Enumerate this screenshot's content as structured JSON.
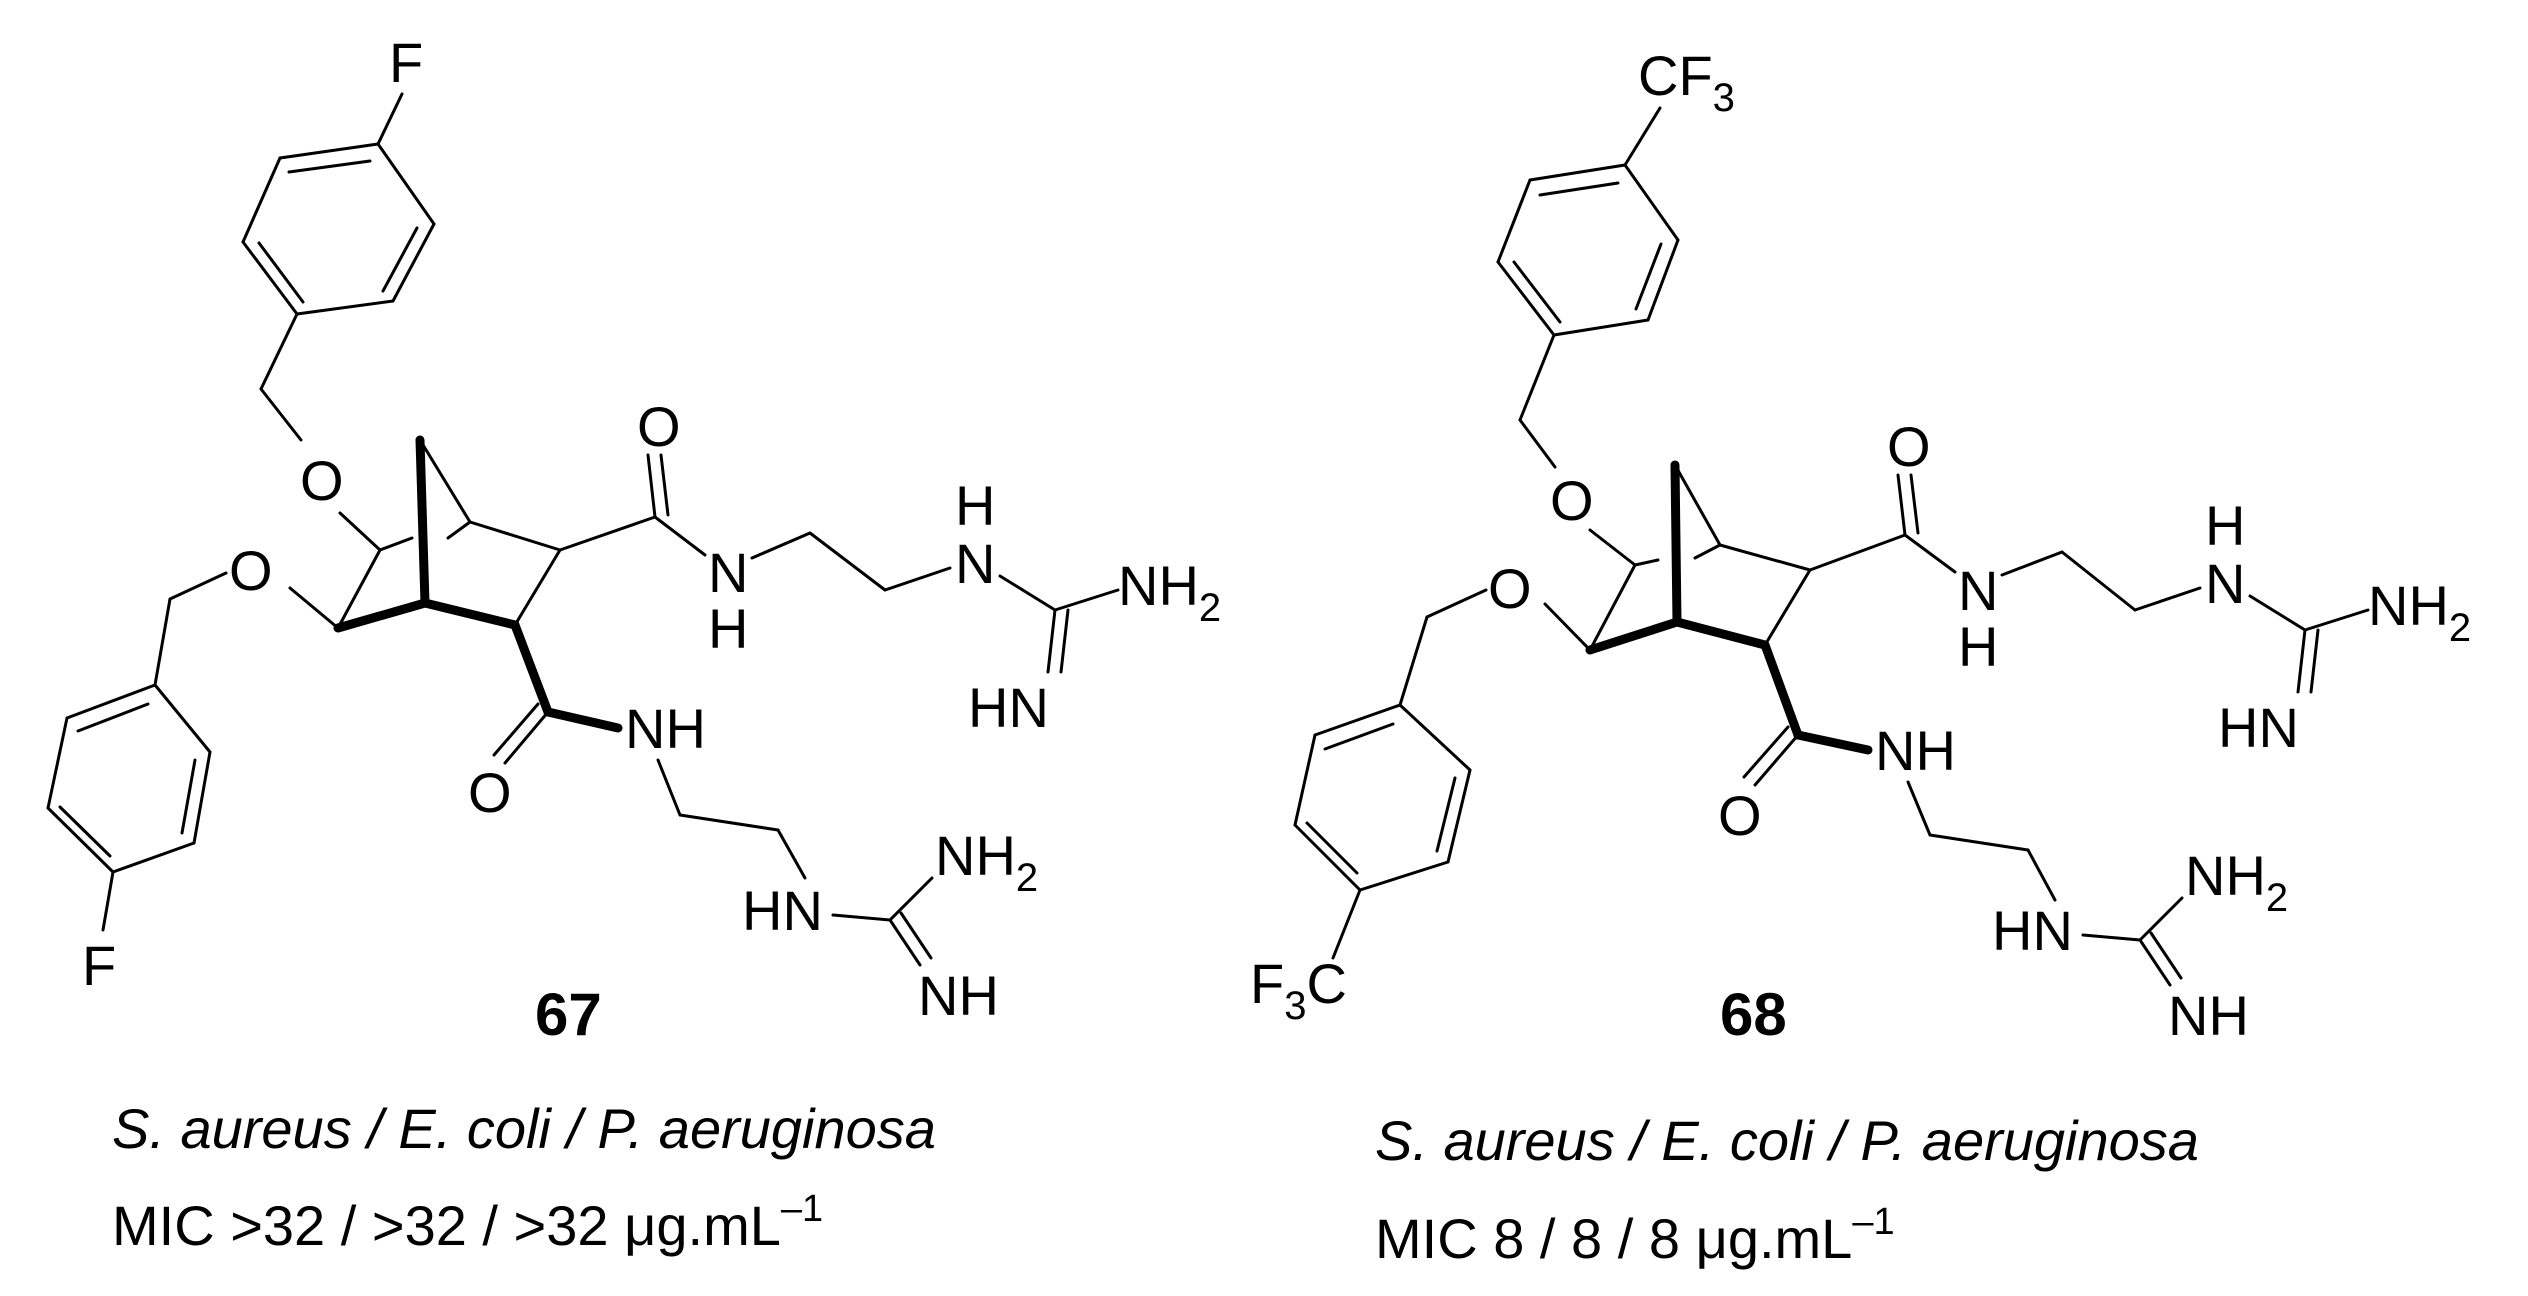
{
  "atoms": {
    "F": "F",
    "O": "O",
    "N": "N",
    "H": "H",
    "NH": "NH",
    "HN": "HN",
    "NH2": "NH",
    "two": "2",
    "three": "3",
    "CF": "CF",
    "F3": "F",
    "C": "C"
  },
  "compounds": [
    {
      "id": "67",
      "organisms": "S. aureus / E. coli / P.  aeruginosa",
      "mic_prefix": "MIC >32 / >32 / >32 ",
      "mic_unit": "μg.mL",
      "mic_exp": "–1"
    },
    {
      "id": "68",
      "organisms": "S. aureus / E. coli / P.  aeruginosa",
      "mic_prefix": "MIC 8 / 8 / 8 ",
      "mic_unit": "μg.mL",
      "mic_exp": "–1"
    }
  ]
}
